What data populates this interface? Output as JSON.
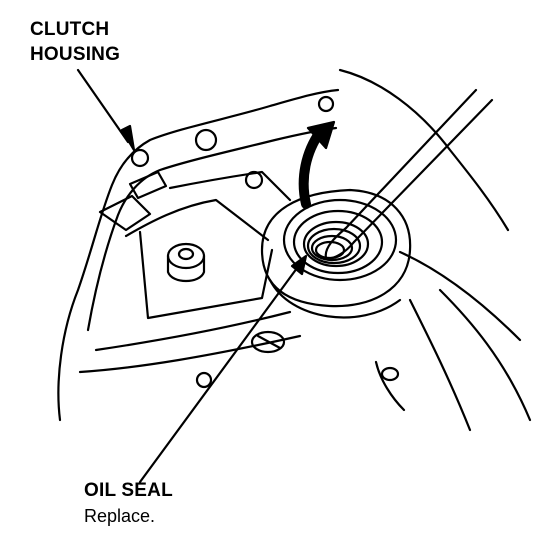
{
  "labels": {
    "clutch_housing": {
      "line1": "CLUTCH",
      "line2": "HOUSING"
    },
    "oil_seal": {
      "title": "OIL SEAL",
      "note": "Replace."
    }
  },
  "colors": {
    "ink": "#000000",
    "paper": "#ffffff"
  }
}
